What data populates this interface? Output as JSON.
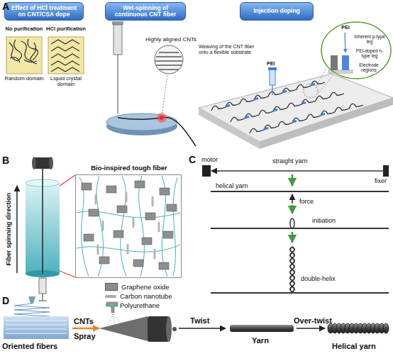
{
  "diagram": {
    "nodes": [
      {
        "text": [
          "Effect of HCl treatment on CNT/CSA dope"
        ]
      },
      {
        "text": [
          "No purification",
          "Random domain"
        ]
      },
      {
        "text": [
          "HCl purification",
          "Liquid crystal domain"
        ]
      },
      {
        "text": [
          "Wet-spinning of continuous CNT fiber"
        ]
      },
      {
        "text": [
          "Injection doping"
        ]
      },
      {
        "text": [
          "PEI",
          "Inherent p-type leg",
          "PEI-doped n-type leg",
          "Electrode regions"
        ]
      },
      {
        "text": [
          "Bio-inspired tough fiber"
        ]
      }
    ],
    "labels": [
      "A",
      "Highly aligned CNTs",
      "Weaving of the CNT fiber onto a flexible substrate",
      "PEI",
      "B",
      "Fiber spinning direction",
      "C",
      "motor",
      "straight yarn",
      "fixer",
      "helical yarn",
      "force",
      "initiation",
      "double-helix",
      "D",
      "Oriented fibers",
      "CNTs",
      "Spray",
      "Twist",
      "Yarn",
      "Over-twist",
      "Helical yarn"
    ],
    "legend": [
      {
        "text": "Graphene oxide",
        "color": "#8c8c8c"
      },
      {
        "text": "Carbon nanotube"
      },
      {
        "text": "Polyurethane"
      }
    ]
  }
}
